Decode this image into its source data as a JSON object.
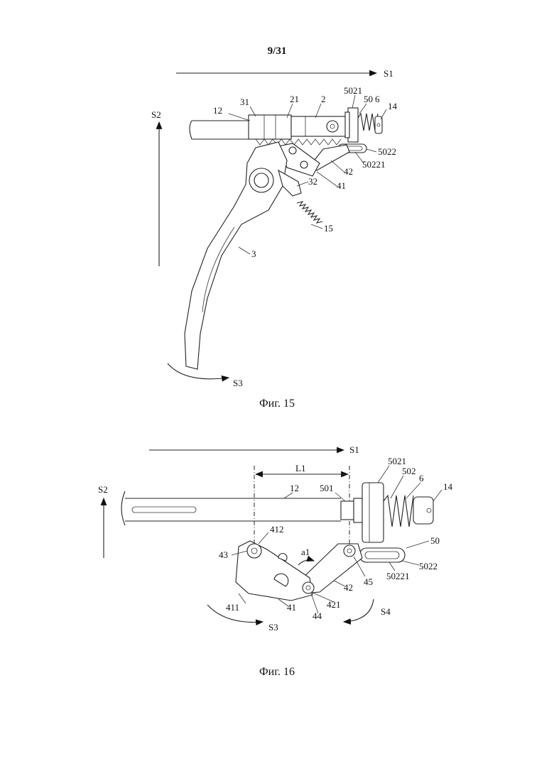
{
  "page": {
    "number": "9/31"
  },
  "figure15": {
    "caption": "Фиг. 15",
    "labels": {
      "s1": "S1",
      "s2": "S2",
      "s3": "S3",
      "l12": "12",
      "l31": "31",
      "l21": "21",
      "l2": "2",
      "l5021": "5021",
      "l50": "50",
      "l6": "6",
      "l14": "14",
      "l5022": "5022",
      "l50221": "50221",
      "l42": "42",
      "l41": "41",
      "l32": "32",
      "l15": "15",
      "l3": "3"
    }
  },
  "figure16": {
    "caption": "Фиг. 16",
    "labels": {
      "s1": "S1",
      "s2": "S2",
      "s3": "S3",
      "s4": "S4",
      "lL1": "L1",
      "l12": "12",
      "l501": "501",
      "l5021": "5021",
      "l502": "502",
      "l6": "6",
      "l14": "14",
      "l412": "412",
      "l43": "43",
      "la1": "a1",
      "l50": "50",
      "l5022": "5022",
      "l50221": "50221",
      "l45": "45",
      "l42": "42",
      "l411": "411",
      "l41": "41",
      "l421": "421",
      "l44": "44"
    }
  }
}
